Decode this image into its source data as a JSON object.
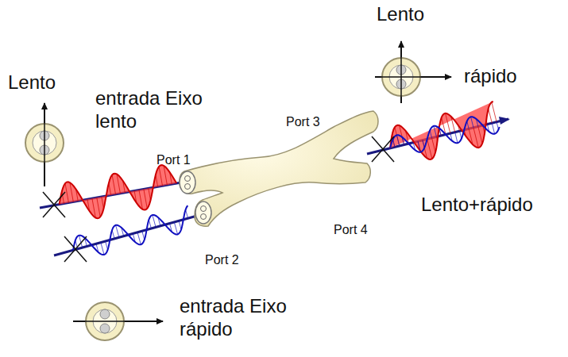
{
  "diagram": {
    "labels": [
      "Lento",
      "rápido",
      "Lento",
      "entrada Eixo lento",
      "Port 3",
      "Port 1",
      "Lento+rápido",
      "Port 4",
      "Port 2",
      "entrada Eixo rápido"
    ]
  }
}
